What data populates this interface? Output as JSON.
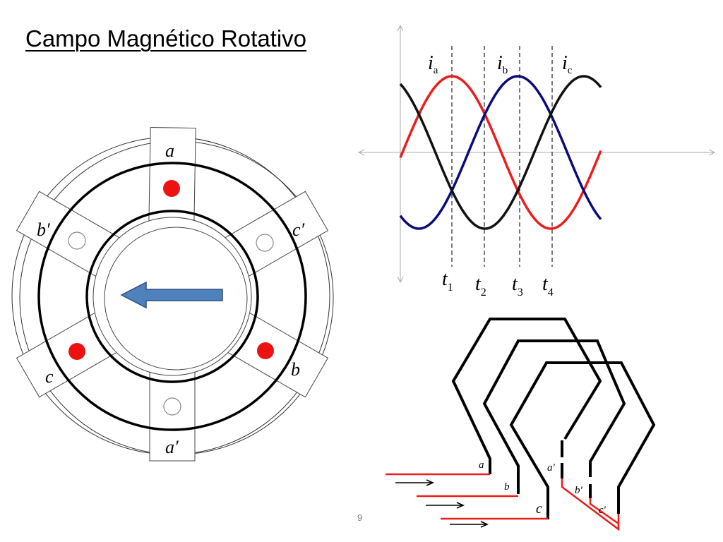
{
  "title": "Campo Magnético Rotativo",
  "page_number": "9",
  "colors": {
    "phase_a": "#ee1c1c",
    "phase_b": "#0b0b7a",
    "phase_c": "#111111",
    "conductor_dot": "#ee1111",
    "field_arrow": "#4f81bd"
  },
  "machine": {
    "slot_labels": {
      "a": "a",
      "b_prime": "b′",
      "c_prime": "c′",
      "c": "c",
      "b": "b",
      "a_prime": "a′"
    },
    "field_direction": "left"
  },
  "waveforms": {
    "current_labels": [
      {
        "main": "i",
        "sub": "a"
      },
      {
        "main": "i",
        "sub": "b"
      },
      {
        "main": "i",
        "sub": "c"
      }
    ],
    "time_labels": [
      {
        "main": "t",
        "sub": "1"
      },
      {
        "main": "t",
        "sub": "2"
      },
      {
        "main": "t",
        "sub": "3"
      },
      {
        "main": "t",
        "sub": "4"
      }
    ]
  },
  "windings": {
    "terminal_labels": {
      "a": "a",
      "b": "b",
      "c": "c",
      "a_prime": "a′",
      "b_prime": "b′",
      "c_prime": "c′"
    }
  }
}
